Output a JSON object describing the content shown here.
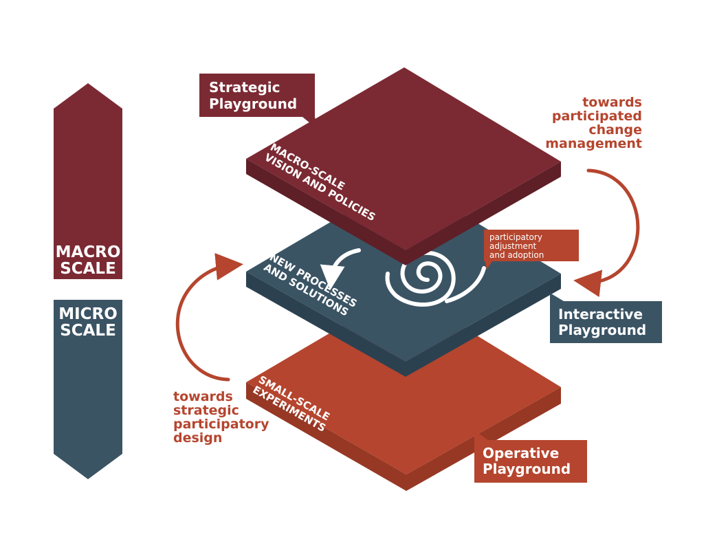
{
  "colors": {
    "macro": "#7b2a33",
    "macro_side": "#5e1f27",
    "micro": "#3b5464",
    "micro_side": "#2c4150",
    "operative": "#b5452e",
    "operative_side": "#973824",
    "white": "#ffffff"
  },
  "scale": {
    "macro_line1": "MACRO",
    "macro_line2": "SCALE",
    "micro_line1": "MICRO",
    "micro_line2": "SCALE"
  },
  "layers": {
    "strategic": {
      "label_line1": "Strategic",
      "label_line2": "Playground",
      "slab_line1": "MACRO-SCALE",
      "slab_line2": "VISION AND POLICIES"
    },
    "interactive": {
      "label_line1": "Interactive",
      "label_line2": "Playground",
      "slab_line1": "NEW PROCESSES",
      "slab_line2": "AND SOLUTIONS"
    },
    "operative": {
      "label_line1": "Operative",
      "label_line2": "Playground",
      "slab_line1": "SMALL-SCALE",
      "slab_line2": "EXPERIMENTS"
    }
  },
  "annotations": {
    "top_right": [
      "towards",
      "participated",
      "change",
      "management"
    ],
    "bottom_left": [
      "towards",
      "strategic",
      "participatory",
      "design"
    ],
    "spiral_note": [
      "participatory",
      "adjustment",
      "and adoption"
    ]
  }
}
